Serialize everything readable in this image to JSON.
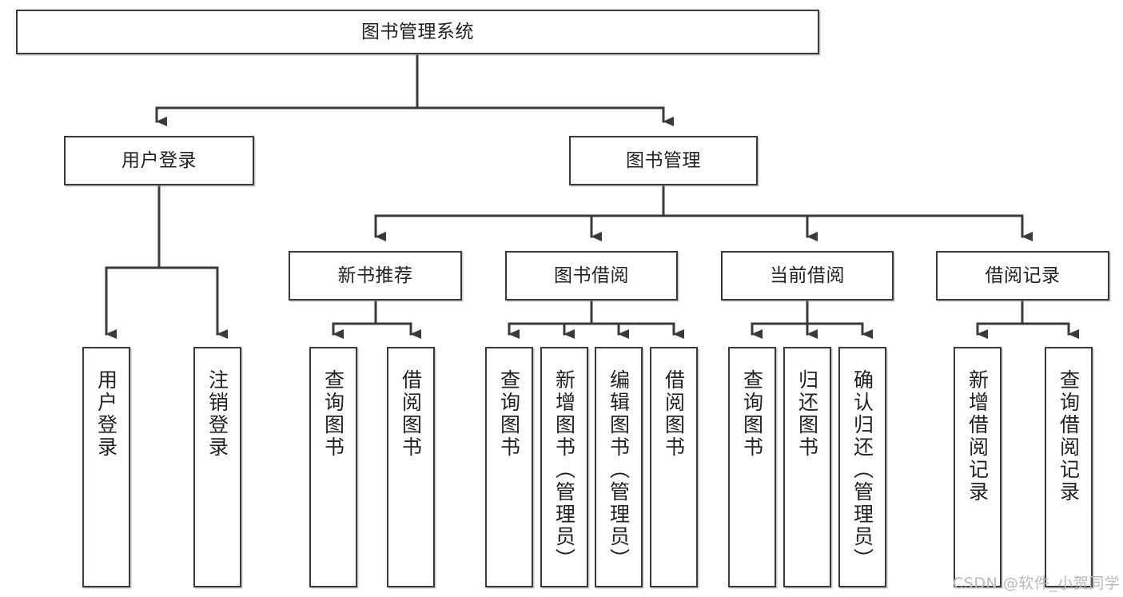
{
  "diagram": {
    "type": "tree-hierarchy",
    "title": "图书管理系统",
    "root": {
      "label": "图书管理系统"
    },
    "level2": [
      {
        "label": "用户登录"
      },
      {
        "label": "图书管理"
      }
    ],
    "level3": [
      {
        "label": "新书推荐"
      },
      {
        "label": "图书借阅"
      },
      {
        "label": "当前借阅"
      },
      {
        "label": "借阅记录"
      }
    ],
    "leaves": {
      "user_login": [
        {
          "label": "用户登录"
        },
        {
          "label": "注销登录"
        }
      ],
      "new_book_recommend": [
        {
          "label": "查询图书"
        },
        {
          "label": "借阅图书"
        }
      ],
      "book_borrow": [
        {
          "label": "查询图书"
        },
        {
          "label": "新增图书（管理员）"
        },
        {
          "label": "编辑图书（管理员）"
        },
        {
          "label": "借阅图书"
        }
      ],
      "current_borrow": [
        {
          "label": "查询图书"
        },
        {
          "label": "归还图书"
        },
        {
          "label": "确认归还（管理员）"
        }
      ],
      "borrow_record": [
        {
          "label": "新增借阅记录"
        },
        {
          "label": "查询借阅记录"
        }
      ]
    }
  },
  "watermark": {
    "text": "CSDN @软件_小贺同学"
  },
  "colors": {
    "box_border": "#3a3a3a",
    "line": "#3a3a3a",
    "text": "#222222",
    "background": "#ffffff",
    "watermark": "#b9b9b9"
  }
}
